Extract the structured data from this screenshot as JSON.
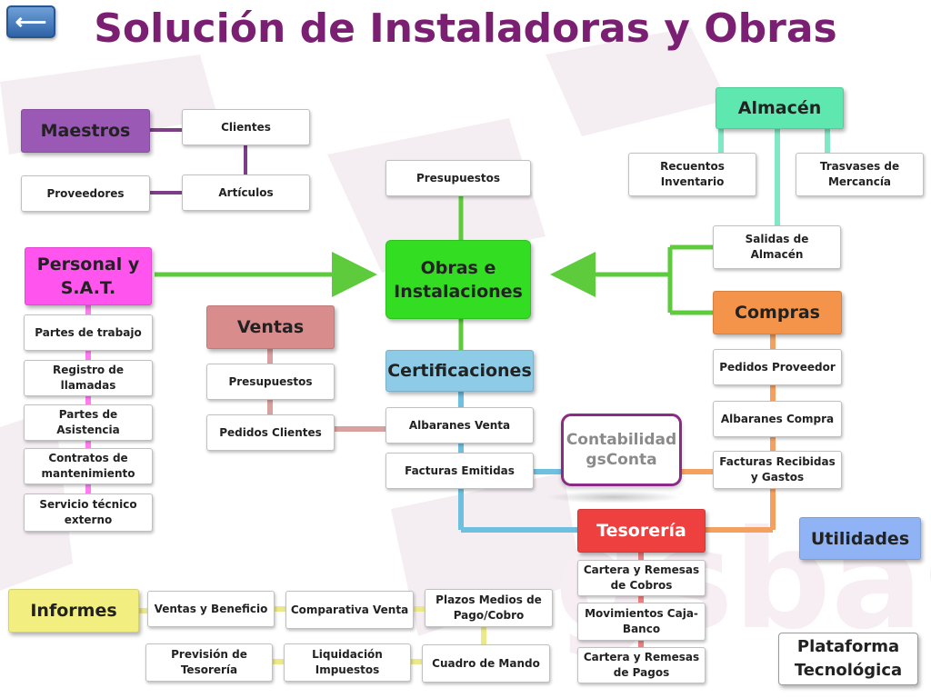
{
  "title": "Solución de Instaladoras y Obras",
  "back_button": "⟵",
  "maestros": {
    "header": "Maestros",
    "clientes": "Clientes",
    "proveedores": "Proveedores",
    "articulos": "Artículos"
  },
  "personal": {
    "header": "Personal y S.A.T.",
    "partes_trabajo": "Partes de trabajo",
    "registro_llamadas": "Registro de llamadas",
    "partes_asistencia": "Partes de Asistencia",
    "contratos": "Contratos de mantenimiento",
    "servicio_tecnico": "Servicio técnico externo"
  },
  "ventas": {
    "header": "Ventas",
    "presupuestos": "Presupuestos",
    "pedidos_clientes": "Pedidos Clientes"
  },
  "obras": {
    "presupuestos": "Presupuestos",
    "header": "Obras e Instalaciones"
  },
  "certificaciones": {
    "header": "Certificaciones",
    "albaranes_venta": "Albaranes Venta",
    "facturas_emitidas": "Facturas Emitidas"
  },
  "contabilidad": "Contabilidad gsConta",
  "almacen": {
    "header": "Almacén",
    "recuentos": "Recuentos Inventario",
    "trasvases": "Trasvases de Mercancía",
    "salidas": "Salidas de Almacén"
  },
  "compras": {
    "header": "Compras",
    "pedidos_proveedor": "Pedidos Proveedor",
    "albaranes_compra": "Albaranes Compra",
    "facturas_recibidas": "Facturas Recibidas y Gastos"
  },
  "tesoreria": {
    "header": "Tesorería",
    "cartera_cobros": "Cartera y Remesas de Cobros",
    "movimientos": "Movimientos Caja-Banco",
    "cartera_pagos": "Cartera y Remesas de Pagos"
  },
  "utilidades": "Utilidades",
  "plataforma": "Plataforma Tecnológica",
  "informes": {
    "header": "Informes",
    "ventas_beneficio": "Ventas y Beneficio",
    "comparativa_venta": "Comparativa Venta",
    "plazos_medios": "Plazos Medios de Pago/Cobro",
    "prevision_tesoreria": "Previsión de Tesorería",
    "liquidacion_impuestos": "Liquidación Impuestos",
    "cuadro_mando": "Cuadro de Mando"
  },
  "colors": {
    "title": "#7b1f73",
    "maestros": "#9b59b6",
    "personal": "#ff55ee",
    "ventas": "#d98c8c",
    "obras": "#33dd22",
    "certificaciones": "#8ecbe6",
    "almacen": "#5ee8b0",
    "compras": "#f4934a",
    "tesoreria": "#ef4040",
    "utilidades": "#8fb3f5",
    "informes": "#f2ef80"
  }
}
